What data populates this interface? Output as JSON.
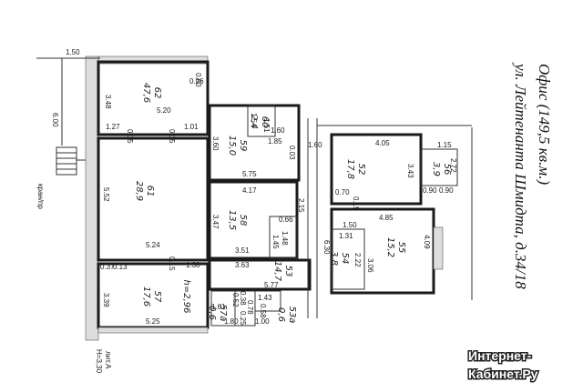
{
  "title": {
    "line1": "Офис (149,5 кв.м.)",
    "line2": "ул. Лейтенанта Шмидта, д.34/18"
  },
  "footer": {
    "floor": "лит.А",
    "height": "Н=3,30"
  },
  "side_labels": {
    "crane": "кран/пр",
    "left_dim": "6.00"
  },
  "watermark": {
    "line1": "Интернет-",
    "line2": "Кабинет.Ру"
  },
  "rooms": [
    {
      "id": "62",
      "area": "47,6"
    },
    {
      "id": "60",
      "area": "2,4"
    },
    {
      "id": "59",
      "area": "15,0"
    },
    {
      "id": "61",
      "area": "28,9"
    },
    {
      "id": "58",
      "area": "13,5"
    },
    {
      "id": "57",
      "area": "17,6"
    },
    {
      "id": "53",
      "area": "14,7"
    },
    {
      "id": "52",
      "area": "17,8"
    },
    {
      "id": "56",
      "area": "3,9"
    },
    {
      "id": "55",
      "area": "15,2"
    },
    {
      "id": "54",
      "area": "3,8"
    },
    {
      "id": "57а",
      "area": "0,6"
    },
    {
      "id": "53а",
      "area": "0,6"
    }
  ],
  "room_note": "h=2,96",
  "dimensions": [
    "1.50",
    "0.80",
    "0.26",
    "3.48",
    "5.20",
    "1.27",
    "0.15",
    "0.15",
    "1.01",
    "1.54",
    "1.51",
    "1.60",
    "3.60",
    "1.85",
    "0.03",
    "1.60",
    "5.75",
    "4.05",
    "3.43",
    "1.15",
    "2.72",
    "0.90",
    "0.90",
    "5.52",
    "5.24",
    "4.17",
    "3.47",
    "0.66",
    "1.45",
    "1.48",
    "3.51",
    "2.15",
    "0.70",
    "0.15",
    "4.85",
    "6.30",
    "1.50",
    "1.31",
    "2.22",
    "3.06",
    "4.09",
    "0.37",
    "0.13",
    "0.15",
    "1.30",
    "3.63",
    "5.77",
    "3.39",
    "5.25",
    "1.61",
    "0.52",
    "0.38",
    "0.78",
    "0.25",
    "1.43",
    "0.58",
    "1.80",
    "1.00"
  ]
}
